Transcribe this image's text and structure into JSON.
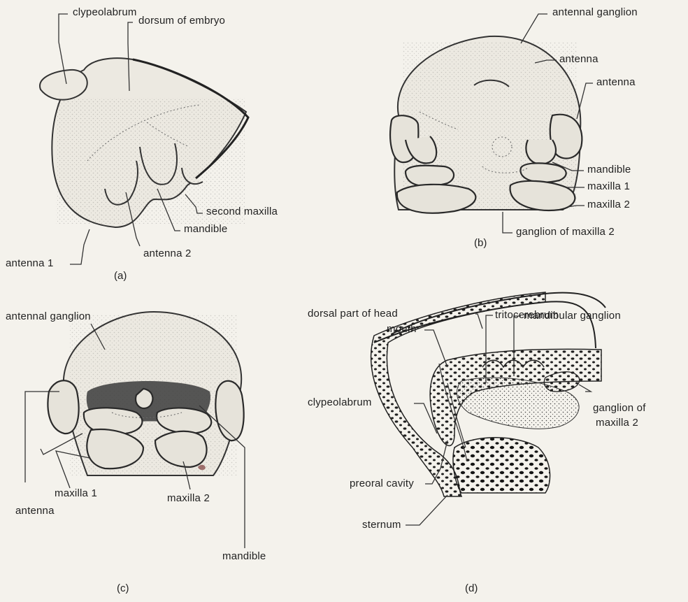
{
  "panel_a": {
    "caption": "(a)",
    "labels": {
      "clypeolabrum": "clypeolabrum",
      "dorsum": "dorsum of embryo",
      "second_maxilla": "second maxilla",
      "mandible": "mandible",
      "antenna1": "antenna 1",
      "antenna2": "antenna 2"
    }
  },
  "panel_b": {
    "caption": "(b)",
    "labels": {
      "antennal_ganglion": "antennal ganglion",
      "antenna_top": "antenna",
      "antenna_mid": "antenna",
      "mandible": "mandible",
      "maxilla1": "maxilla 1",
      "maxilla2": "maxilla 2",
      "ganglion_maxilla2": "ganglion of maxilla 2"
    }
  },
  "panel_c": {
    "caption": "(c)",
    "labels": {
      "antennal_ganglion": "antennal ganglion",
      "maxilla1": "maxilla 1",
      "maxilla2": "maxilla 2",
      "antenna": "antenna",
      "mandible": "mandible"
    }
  },
  "panel_d": {
    "caption": "(d)",
    "labels": {
      "dorsal_part": "dorsal part of head",
      "tritocerebrum": "tritocerebrum",
      "mandibular_ganglion": "mandibular ganglion",
      "mouth": "mouth",
      "clypeolabrum": "clypeolabrum",
      "ganglion_of": "ganglion of",
      "maxilla2": "maxilla 2",
      "preoral_cavity": "preoral cavity",
      "sternum": "sternum"
    }
  }
}
